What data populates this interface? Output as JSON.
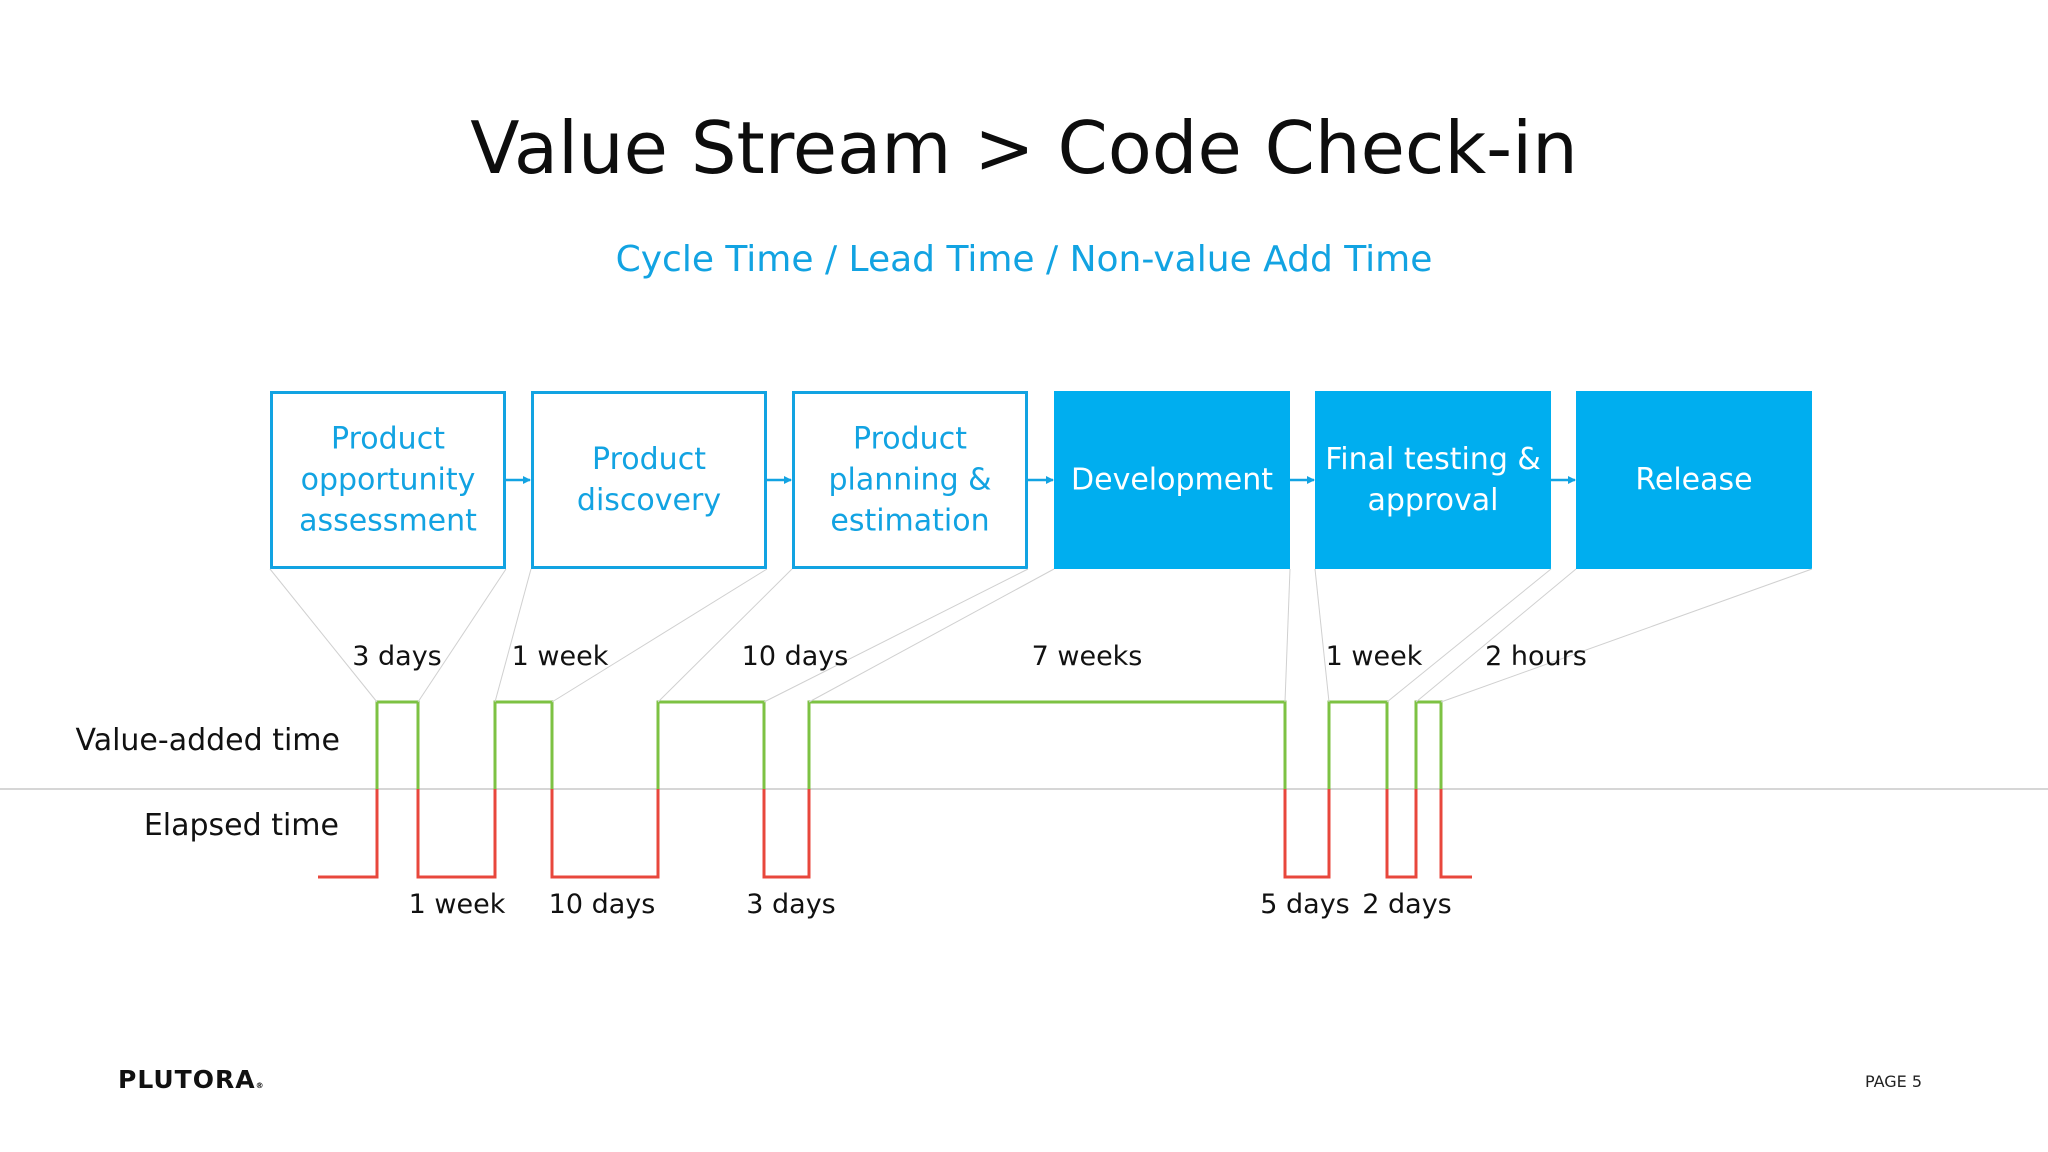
{
  "slide": {
    "title": "Value Stream > Code Check-in",
    "subtitle": "Cycle Time / Lead Time / Non-value Add Time",
    "page_label": "PAGE 5",
    "logo_text": "PLUTORA"
  },
  "row_labels": {
    "value_added": "Value-added time",
    "elapsed": "Elapsed time"
  },
  "stages": [
    {
      "lines": [
        "Product",
        "opportunity",
        "assessment"
      ],
      "filled": false
    },
    {
      "lines": [
        "Product",
        "discovery"
      ],
      "filled": false
    },
    {
      "lines": [
        "Product",
        "planning &",
        "estimation"
      ],
      "filled": false
    },
    {
      "lines": [
        "Development"
      ],
      "filled": true
    },
    {
      "lines": [
        "Final testing &",
        "approval"
      ],
      "filled": true
    },
    {
      "lines": [
        "Release"
      ],
      "filled": true
    }
  ],
  "value_added_durations": [
    "3 days",
    "1 week",
    "10 days",
    "7 weeks",
    "1 week",
    "2 hours"
  ],
  "wait_durations": [
    "1 week",
    "10 days",
    "3 days",
    "5 days",
    "2 days"
  ],
  "colors": {
    "accent": "#12a3e2",
    "box_fill": "#00aeef",
    "value_line": "#7dc243",
    "wait_line": "#e8473c",
    "divider": "#c8c8c8",
    "connector": "#d0d0d0"
  }
}
